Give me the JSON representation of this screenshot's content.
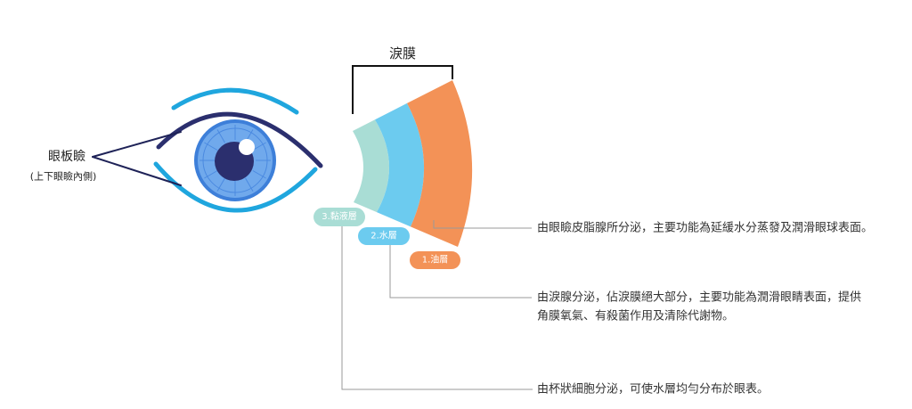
{
  "tear_film": {
    "title": "淚膜",
    "layers": [
      {
        "label": "1.油層",
        "color": "#f39257",
        "description": [
          "由眼瞼皮脂腺所分泌，主要功能為延緩水分蒸發及潤滑眼球表面。"
        ]
      },
      {
        "label": "2.水層",
        "color": "#6ccbef",
        "description": [
          "由淚腺分泌，佔淚膜絕大部分，主要功能為潤滑眼睛表面，提供",
          "角膜氧氣、有殺菌作用及清除代謝物。"
        ]
      },
      {
        "label": "3.黏液層",
        "color": "#a9ddd5",
        "description": [
          "由杯狀細胞分泌，可使水層均勻分布於眼表。"
        ]
      }
    ]
  },
  "eye": {
    "label": "眼板瞼",
    "sublabel": "(上下眼瞼內側)"
  }
}
